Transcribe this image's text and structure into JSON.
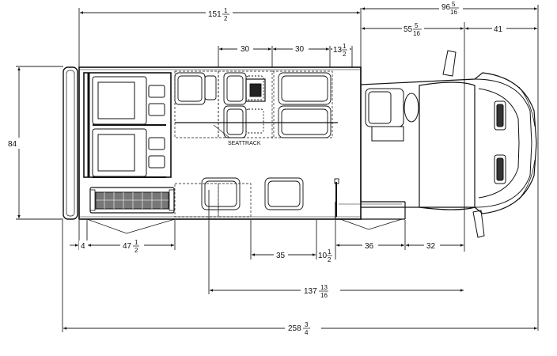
{
  "diagram": {
    "title": "",
    "dimensions": {
      "overall_top": {
        "whole": "151",
        "num": "1",
        "den": "2"
      },
      "front_top": {
        "whole": "96",
        "num": "5",
        "den": "16"
      },
      "front_inner": {
        "whole": "55",
        "num": "5",
        "den": "16"
      },
      "front_41": "41",
      "seat_30_a": "30",
      "seat_30_b": "30",
      "seat_13": {
        "whole": "13",
        "num": "1",
        "den": "2"
      },
      "width_84": "84",
      "rear_4": "4",
      "rear_47": {
        "whole": "47",
        "num": "1",
        "den": "2"
      },
      "mid_35": "35",
      "mid_10": {
        "whole": "10",
        "num": "1",
        "den": "2"
      },
      "door_36": "36",
      "front_32": "32",
      "span_137": {
        "whole": "137",
        "num": "13",
        "den": "16"
      },
      "overall_258": {
        "whole": "258",
        "num": "3",
        "den": "4"
      }
    },
    "labels": {
      "seattrack": "SEATTRACK"
    }
  }
}
